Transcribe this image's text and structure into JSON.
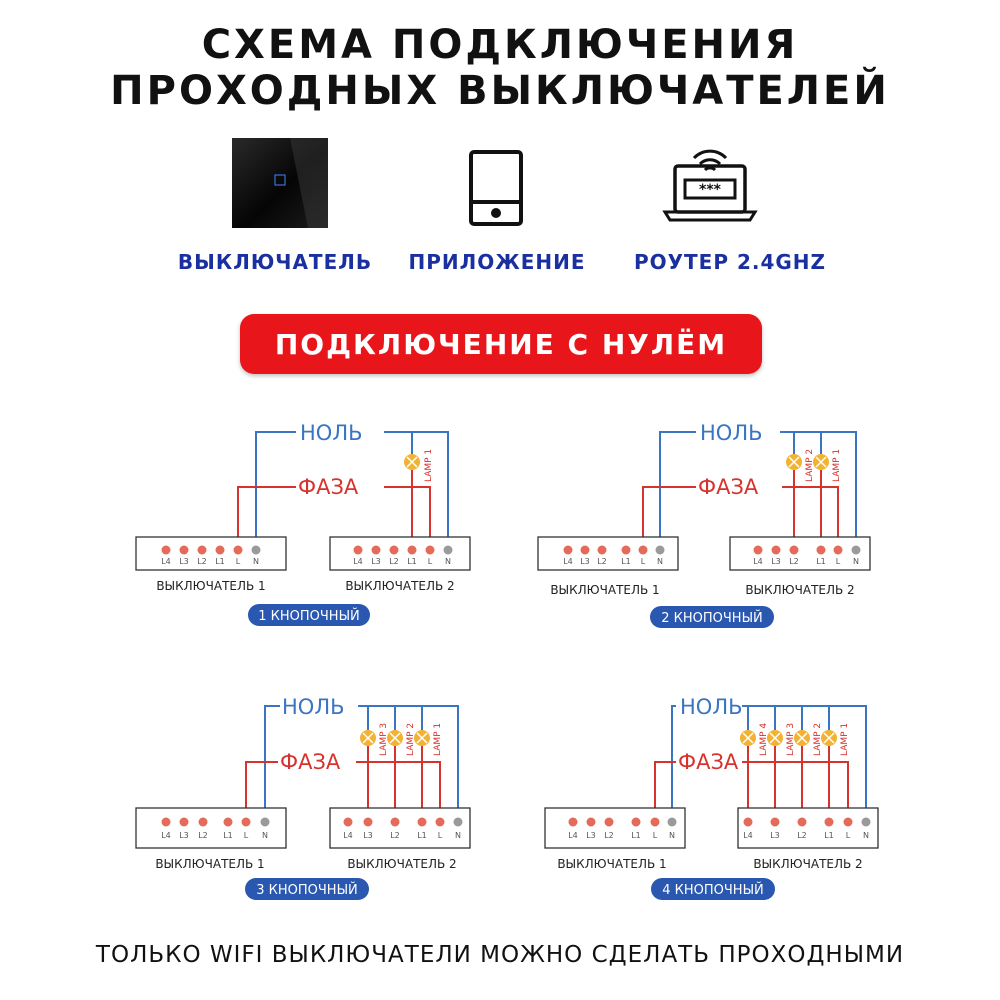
{
  "title": {
    "line1": "СХЕМА ПОДКЛЮЧЕНИЯ",
    "line2": "ПРОХОДНЫХ ВЫКЛЮЧАТЕЛЕЙ"
  },
  "icons": [
    {
      "name": "switch-icon",
      "caption": "ВЫКЛЮЧАТЕЛЬ"
    },
    {
      "name": "phone-app-icon",
      "caption": "ПРИЛОЖЕНИЕ"
    },
    {
      "name": "router-laptop-icon",
      "caption": "РОУТЕР 2.4GHZ"
    }
  ],
  "banner": "ПОДКЛЮЧЕНИЕ С НУЛЁМ",
  "labels": {
    "neutral": "НОЛЬ",
    "phase": "ФАЗА",
    "switch1": "ВЫКЛЮЧАТЕЛЬ 1",
    "switch2": "ВЫКЛЮЧАТЕЛЬ 2"
  },
  "terminals": [
    "L4",
    "L3",
    "L2",
    "L1",
    "L",
    "N"
  ],
  "diagrams": [
    {
      "badge": "1 КНОПОЧНЫЙ",
      "lamps": [
        "LAMP 1"
      ]
    },
    {
      "badge": "2 КНОПОЧНЫЙ",
      "lamps": [
        "LAMP 2",
        "LAMP 1"
      ]
    },
    {
      "badge": "3 КНОПОЧНЫЙ",
      "lamps": [
        "LAMP 3",
        "LAMP 2",
        "LAMP 1"
      ]
    },
    {
      "badge": "4 КНОПОЧНЫЙ",
      "lamps": [
        "LAMP 4",
        "LAMP 3",
        "LAMP 2",
        "LAMP 1"
      ]
    }
  ],
  "colors": {
    "neutral": "#3a75c4",
    "phase": "#d6322e",
    "lamp": "#f2b234",
    "badge": "#2a57b0",
    "banner": "#e8161b"
  },
  "footer": "ТОЛЬКО WIFI ВЫКЛЮЧАТЕЛИ МОЖНО СДЕЛАТЬ ПРОХОДНЫМИ"
}
